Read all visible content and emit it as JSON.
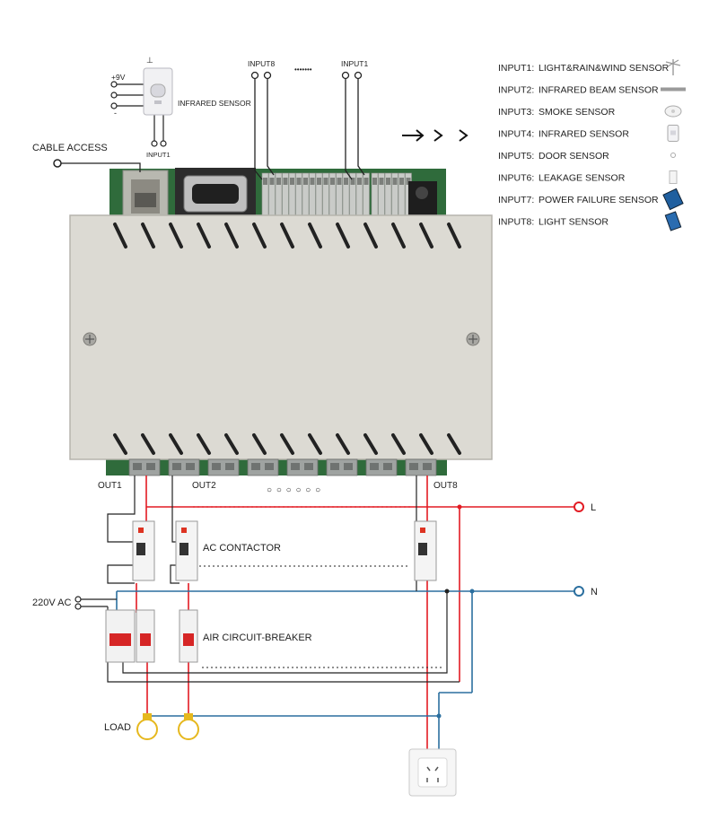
{
  "top_inputs": {
    "input8": "INPUT8",
    "dots": "•••••••",
    "input1": "INPUT1"
  },
  "infrared_block": {
    "plus9v": "+9V",
    "gnd_symbol": "⊥",
    "minus": "-",
    "sensor_label": "INFRARED SENSOR",
    "input_label": "INPUT1"
  },
  "cable_access": "CABLE ACCESS",
  "arrows": "➔ ❯ ❯",
  "legend": [
    {
      "input": "INPUT1:",
      "sensor": "LIGHT&RAIN&WIND SENSOR",
      "icon": "wind-sensor-icon"
    },
    {
      "input": "INPUT2:",
      "sensor": "INFRARED BEAM SENSOR",
      "icon": "beam-sensor-icon"
    },
    {
      "input": "INPUT3:",
      "sensor": "SMOKE SENSOR",
      "icon": "smoke-sensor-icon"
    },
    {
      "input": "INPUT4:",
      "sensor": "INFRARED SENSOR",
      "icon": "pir-sensor-icon"
    },
    {
      "input": "INPUT5:",
      "sensor": "DOOR SENSOR",
      "icon": "door-sensor-icon"
    },
    {
      "input": "INPUT6:",
      "sensor": "LEAKAGE SENSOR",
      "icon": "leakage-sensor-icon"
    },
    {
      "input": "INPUT7:",
      "sensor": "POWER FAILURE SENSOR",
      "icon": "power-failure-sensor-icon"
    },
    {
      "input": "INPUT8:",
      "sensor": "LIGHT SENSOR",
      "icon": "light-sensor-icon"
    }
  ],
  "outputs": {
    "out1": "OUT1",
    "out2": "OUT2",
    "dots": "○ ○ ○ ○ ○ ○",
    "out8": "OUT8"
  },
  "lines": {
    "live": "L",
    "neutral": "N"
  },
  "labels": {
    "ac_contactor": "AC CONTACTOR",
    "supply": "220V AC",
    "breaker": "AIR CIRCUIT-BREAKER",
    "load": "LOAD"
  },
  "colors": {
    "live_wire": "#e21b23",
    "neutral_wire": "#2b6f9f",
    "control_wire": "#222222",
    "enclosure": "#dcdad3"
  }
}
